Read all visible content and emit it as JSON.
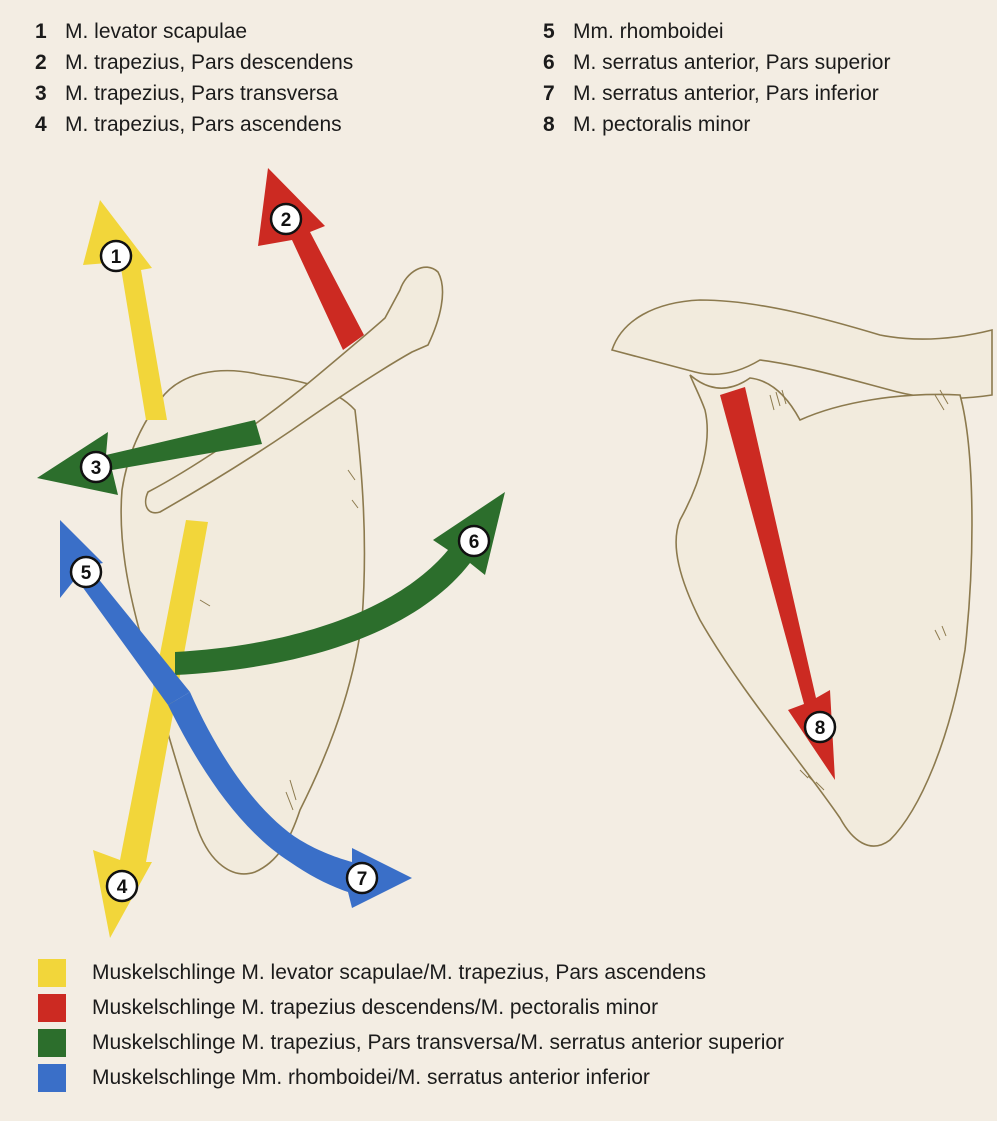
{
  "colors": {
    "yellow": "#f2d63a",
    "red": "#cc2a22",
    "green": "#2c6e2c",
    "blue": "#3a6fc8",
    "bone": "#f2ebdd",
    "bone_outline": "#8c7a4e",
    "background": "#f3ede3"
  },
  "muscles_left": [
    {
      "num": "1",
      "name": "M. levator scapulae"
    },
    {
      "num": "2",
      "name": "M. trapezius, Pars descendens"
    },
    {
      "num": "3",
      "name": "M. trapezius, Pars transversa"
    },
    {
      "num": "4",
      "name": "M. trapezius, Pars ascendens"
    }
  ],
  "muscles_right": [
    {
      "num": "5",
      "name": "Mm. rhomboidei"
    },
    {
      "num": "6",
      "name": "M. serratus anterior, Pars superior"
    },
    {
      "num": "7",
      "name": "M. serratus anterior, Pars inferior"
    },
    {
      "num": "8",
      "name": "M. pectoralis minor"
    }
  ],
  "markers": [
    "1",
    "2",
    "3",
    "4",
    "5",
    "6",
    "7",
    "8"
  ],
  "legend": [
    {
      "color": "yellow",
      "label": "Muskelschlinge M. levator scapulae/M. trapezius, Pars ascendens"
    },
    {
      "color": "red",
      "label": "Muskelschlinge M. trapezius descendens/M. pectoralis minor"
    },
    {
      "color": "green",
      "label": "Muskelschlinge M. trapezius, Pars transversa/M. serratus anterior superior"
    },
    {
      "color": "blue",
      "label": "Muskelschlinge Mm. rhomboidei/M. serratus anterior inferior"
    }
  ]
}
